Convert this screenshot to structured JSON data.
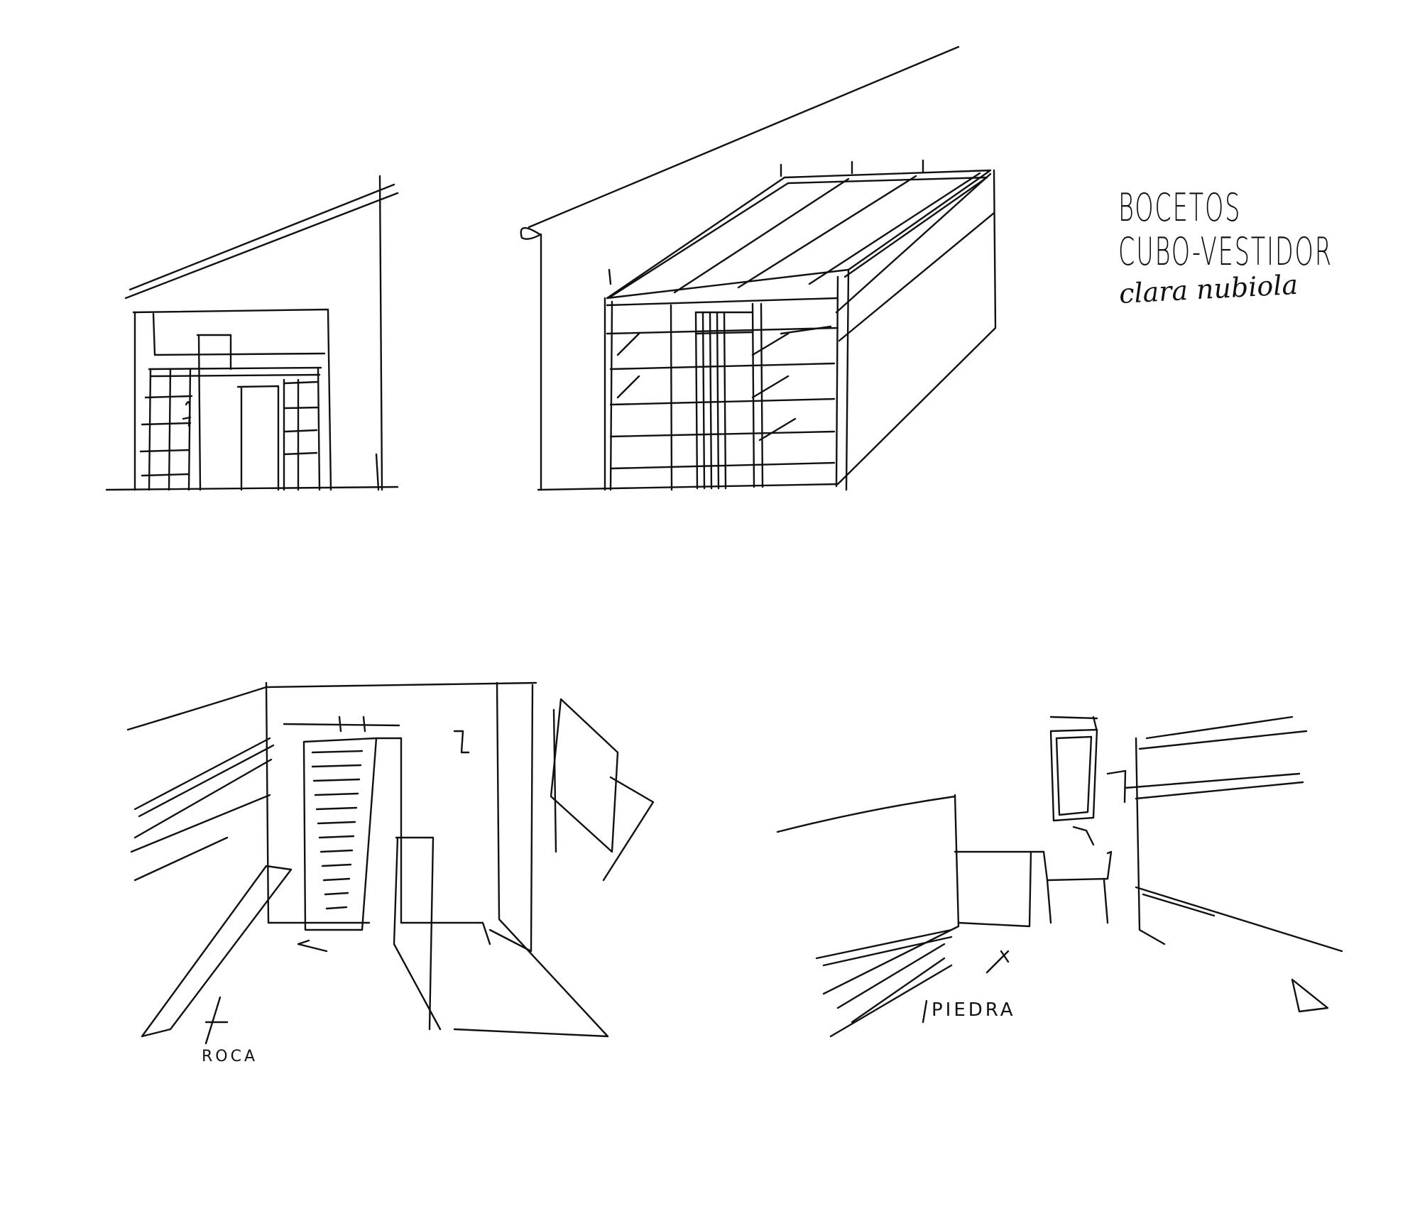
{
  "title": {
    "line1": "BOCETOS",
    "line2": "CUBO-VESTIDOR",
    "author": "clara nubiola"
  },
  "annotations": {
    "roca": "ROCA",
    "piedra": "PIEDRA"
  },
  "sketches": [
    {
      "id": "elevation-front"
    },
    {
      "id": "perspective-cube"
    },
    {
      "id": "interior-view-left"
    },
    {
      "id": "interior-view-right"
    }
  ],
  "colors": {
    "ink": "#111111",
    "paper": "#ffffff"
  }
}
